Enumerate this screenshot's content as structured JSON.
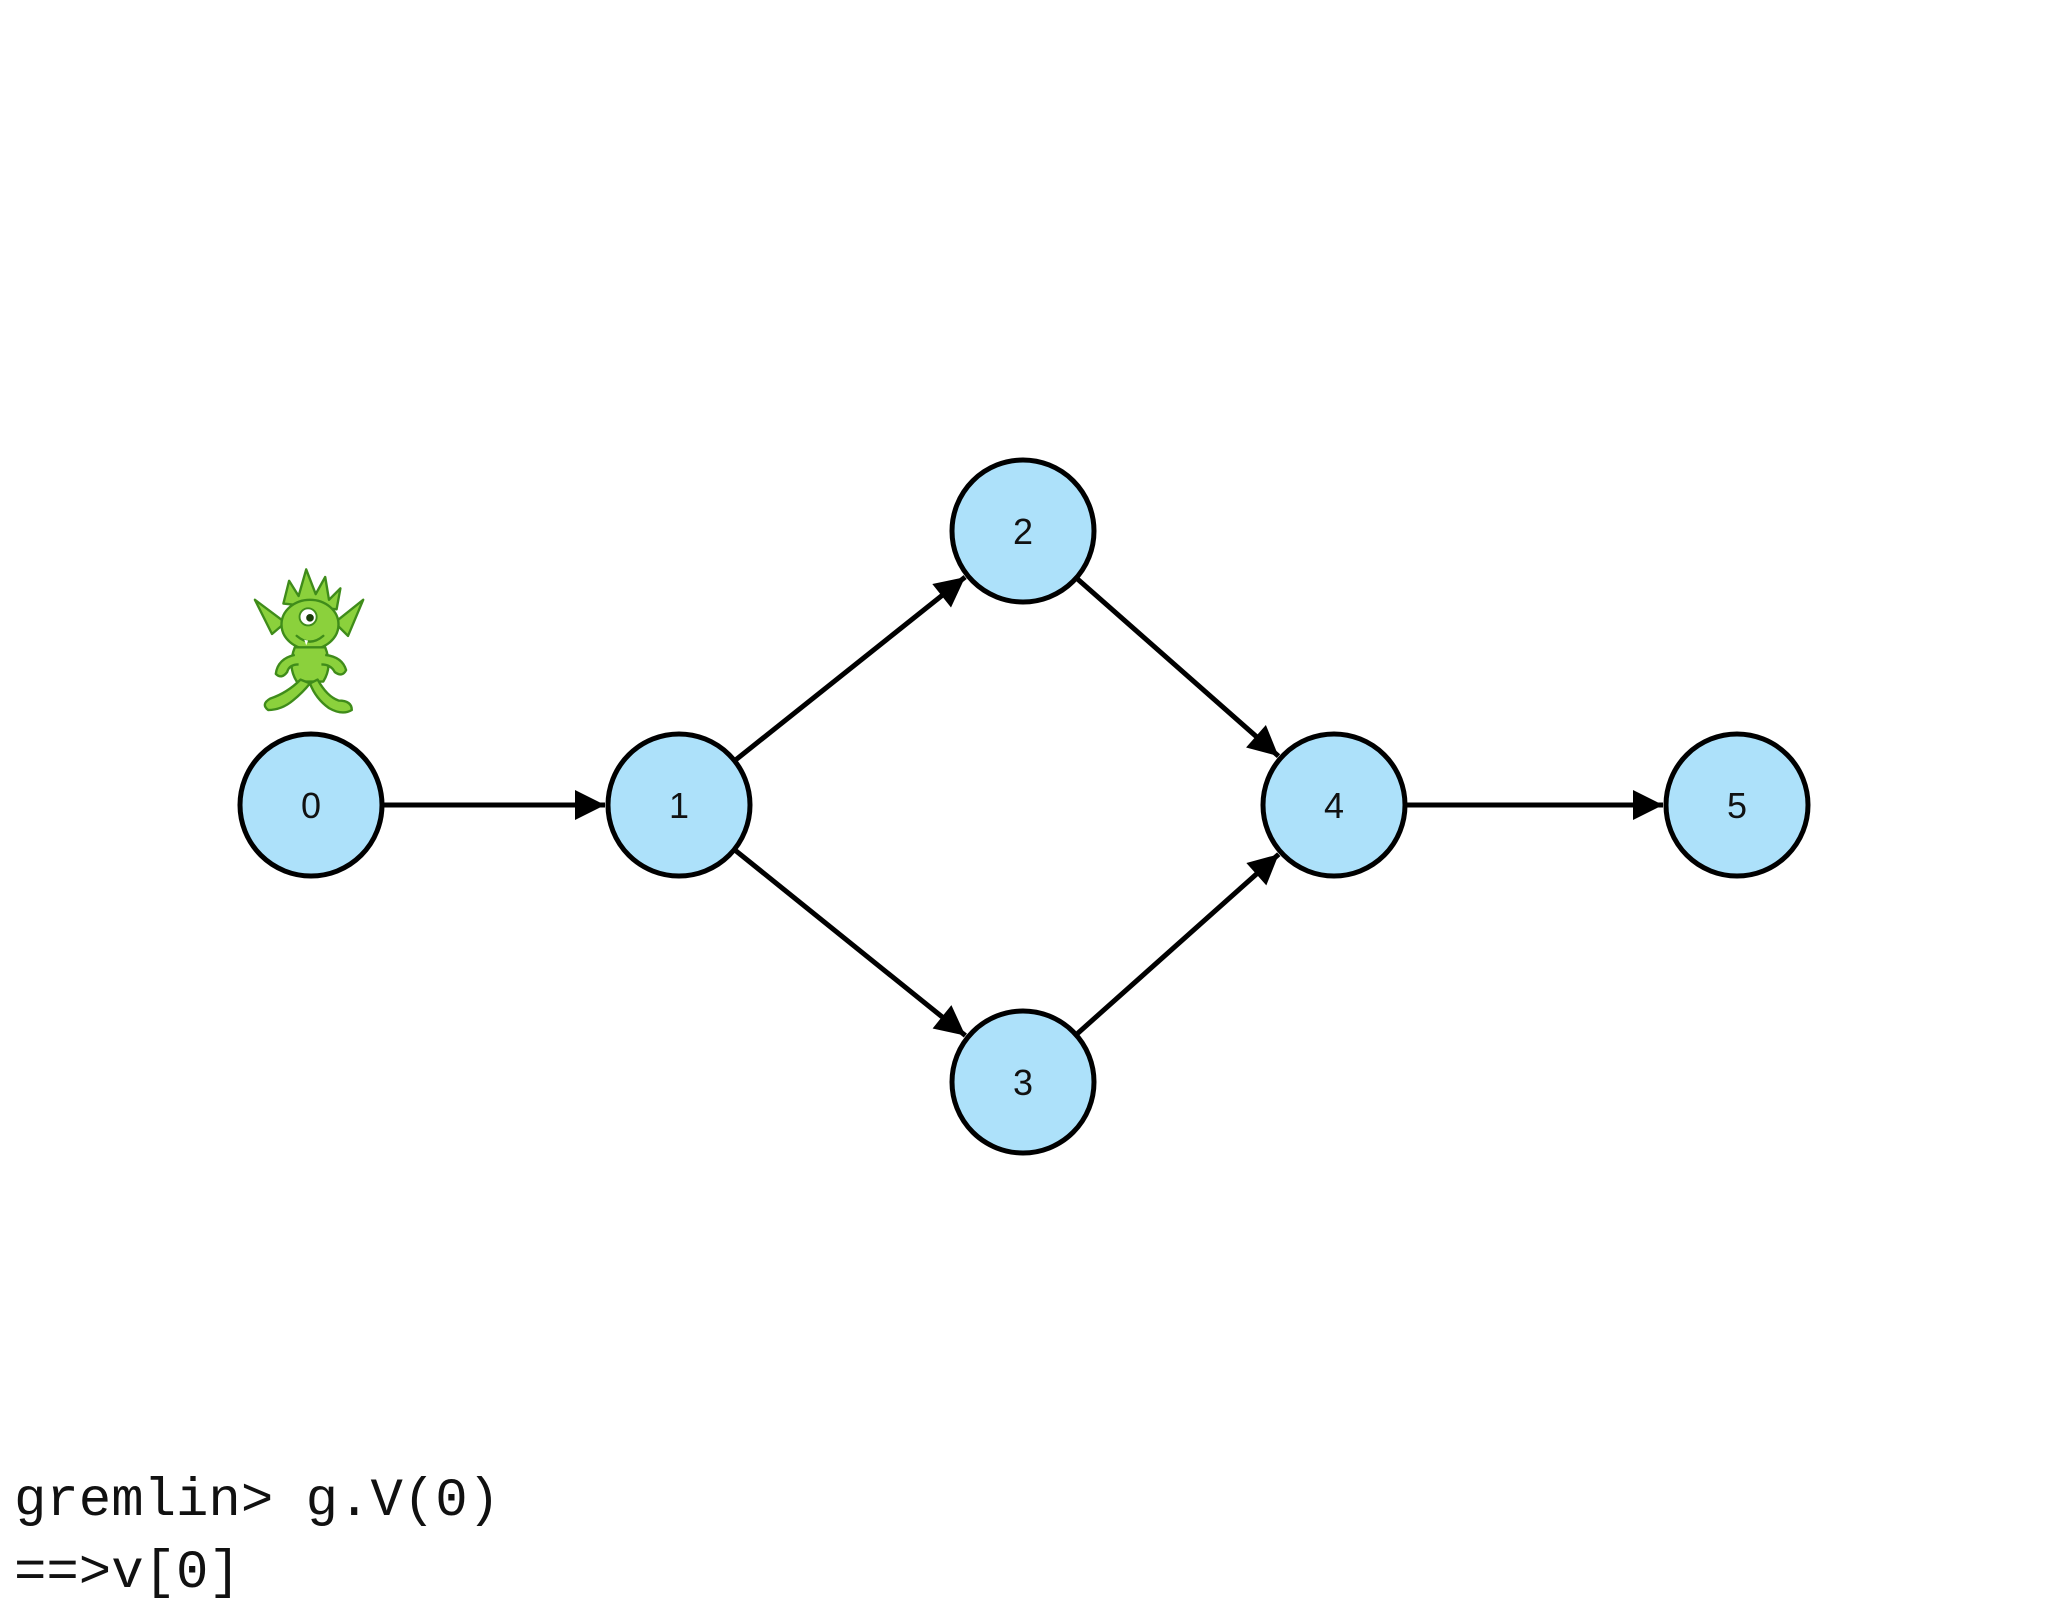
{
  "colors": {
    "node_fill": "#ADE1FA",
    "node_stroke": "#000000",
    "edge": "#000000",
    "gremlin_body": "#8BD13C",
    "gremlin_outline": "#3F8C1A"
  },
  "graph": {
    "nodes": [
      {
        "id": "0",
        "label": "0"
      },
      {
        "id": "1",
        "label": "1"
      },
      {
        "id": "2",
        "label": "2"
      },
      {
        "id": "3",
        "label": "3"
      },
      {
        "id": "4",
        "label": "4"
      },
      {
        "id": "5",
        "label": "5"
      }
    ],
    "edges": [
      {
        "from": "0",
        "to": "1"
      },
      {
        "from": "1",
        "to": "2"
      },
      {
        "from": "1",
        "to": "3"
      },
      {
        "from": "2",
        "to": "4"
      },
      {
        "from": "3",
        "to": "4"
      },
      {
        "from": "4",
        "to": "5"
      }
    ],
    "traverser": {
      "icon": "gremlin-mascot-icon",
      "at_node": "0"
    }
  },
  "console": {
    "lines": [
      "gremlin> g.V(0)",
      "==>v[0]"
    ]
  }
}
